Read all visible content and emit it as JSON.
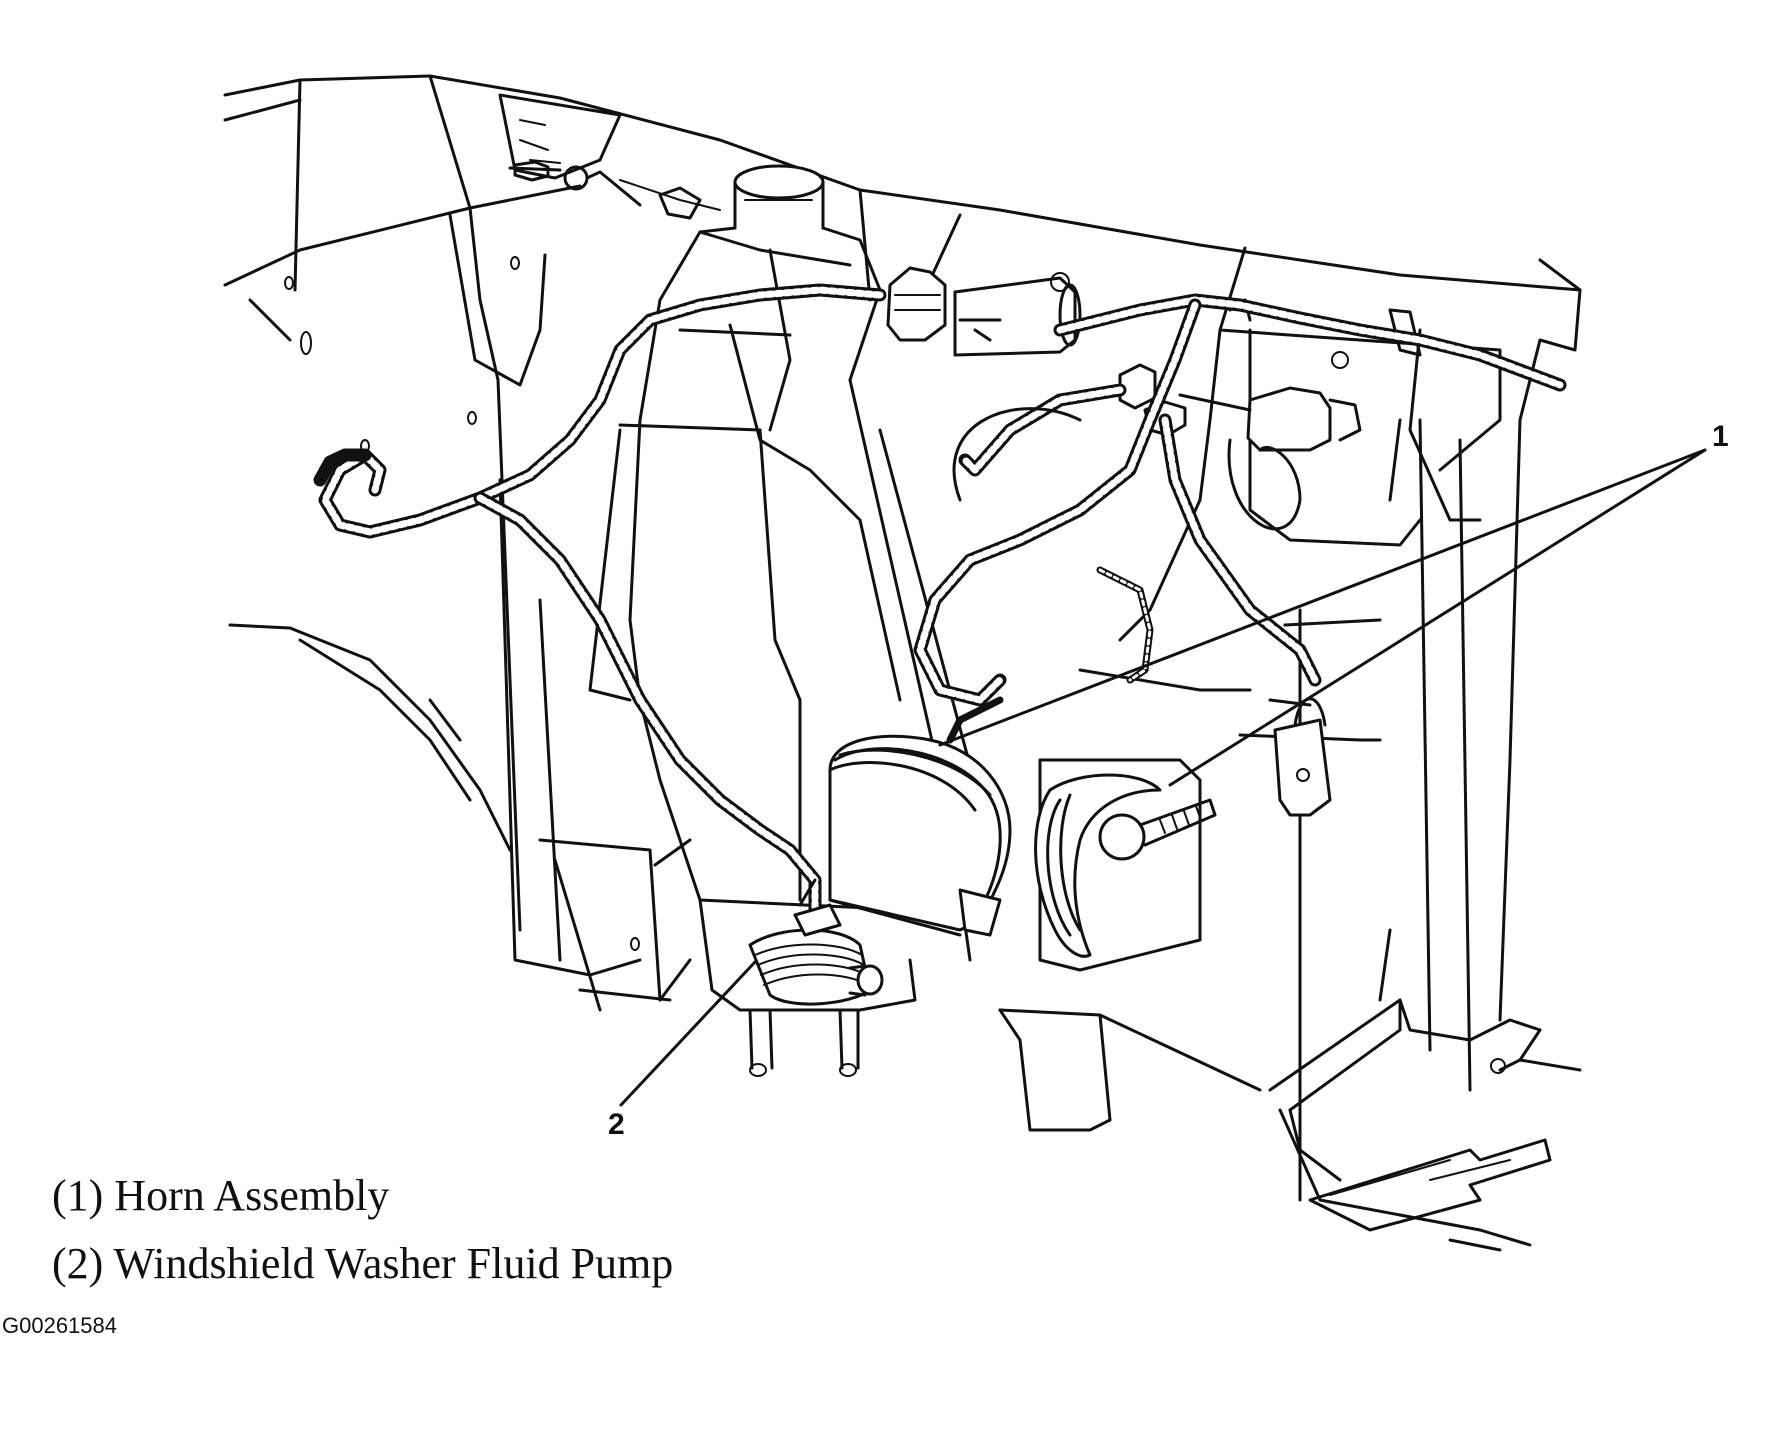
{
  "callouts": {
    "one": "1",
    "two": "2"
  },
  "legend": [
    {
      "text": "(1) Horn Assembly"
    },
    {
      "text": "(2) Windshield Washer Fluid Pump"
    }
  ],
  "figure_id": "G00261584"
}
